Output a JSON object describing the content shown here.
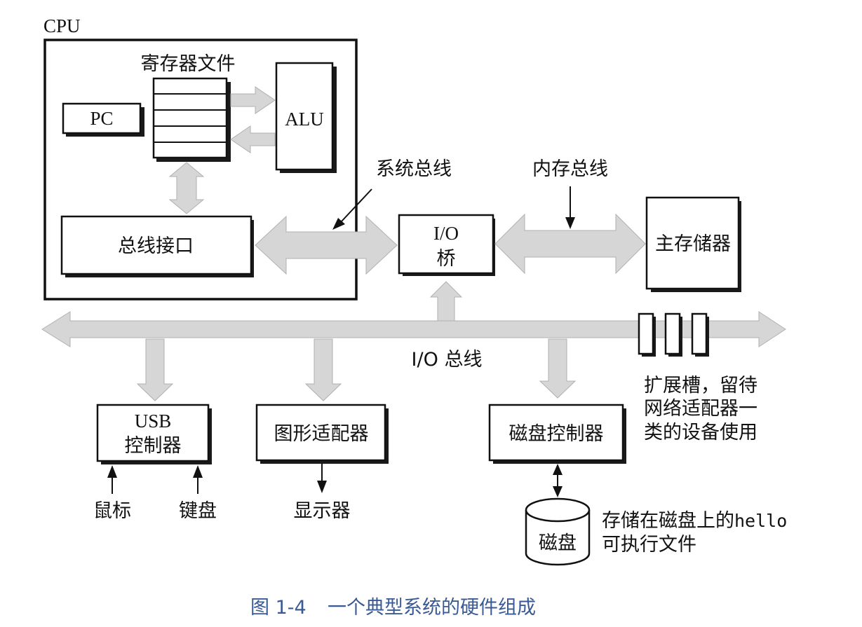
{
  "cpu": {
    "title": "CPU",
    "register_file": "寄存器文件",
    "pc": "PC",
    "alu": "ALU",
    "bus_interface": "总线接口"
  },
  "buses": {
    "system_bus": "系统总线",
    "memory_bus": "内存总线",
    "io_bus": "I/O 总线"
  },
  "io_bridge": {
    "line1": "I/O",
    "line2": "桥"
  },
  "main_memory": "主存储器",
  "usb_controller": {
    "line1": "USB",
    "line2": "控制器"
  },
  "graphics_adapter": "图形适配器",
  "disk_controller": "磁盘控制器",
  "expansion_slots": {
    "line1": "扩展槽，留待",
    "line2": "网络适配器一",
    "line3": "类的设备使用"
  },
  "devices": {
    "mouse": "鼠标",
    "keyboard": "键盘",
    "display": "显示器",
    "disk": "磁盘"
  },
  "disk_note": {
    "line1_prefix": "存储在磁盘上的",
    "line1_code": "hello",
    "line2": "可执行文件"
  },
  "caption": {
    "figure_number": "图 1-4",
    "text": "一个典型系统的硬件组成"
  }
}
